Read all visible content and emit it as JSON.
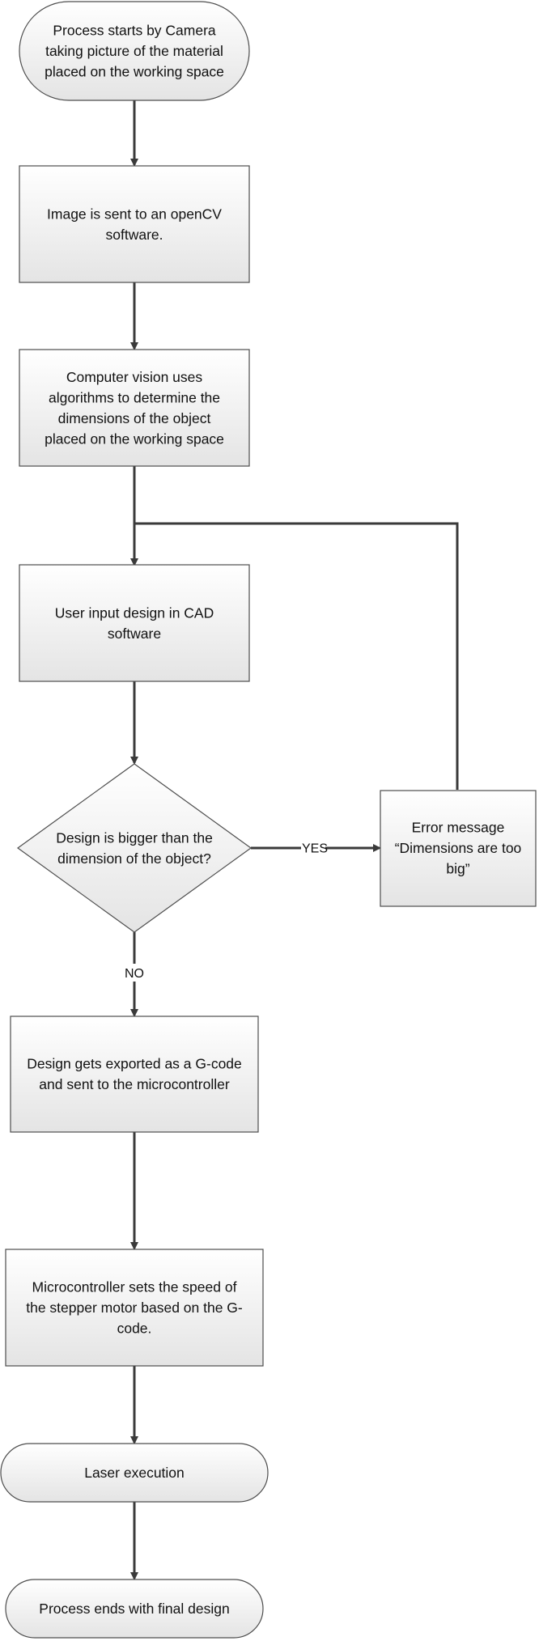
{
  "nodes": {
    "start": {
      "lines": [
        "Process starts by Camera",
        "taking picture of the material",
        "placed on the working space"
      ]
    },
    "send_image": {
      "lines": [
        "Image is sent to an openCV",
        "software."
      ]
    },
    "computer_vision": {
      "lines": [
        "Computer vision uses",
        "algorithms to determine the",
        "dimensions of the object",
        "placed on the working space"
      ]
    },
    "user_input": {
      "lines": [
        "User input design in CAD",
        "software"
      ]
    },
    "decision": {
      "lines": [
        "Design is bigger than the",
        "dimension of the object?"
      ]
    },
    "error": {
      "lines": [
        "Error message",
        "“Dimensions are too",
        "big”"
      ]
    },
    "export": {
      "lines": [
        "Design gets exported as a G-code",
        "and sent to the microcontroller"
      ]
    },
    "microcontroller": {
      "lines": [
        "Microcontroller sets the speed of",
        "the stepper motor based on the G-",
        "code."
      ]
    },
    "laser": {
      "lines": [
        "Laser execution"
      ]
    },
    "end": {
      "lines": [
        "Process ends with final design"
      ]
    }
  },
  "edge_labels": {
    "yes": "YES",
    "no": "NO"
  }
}
